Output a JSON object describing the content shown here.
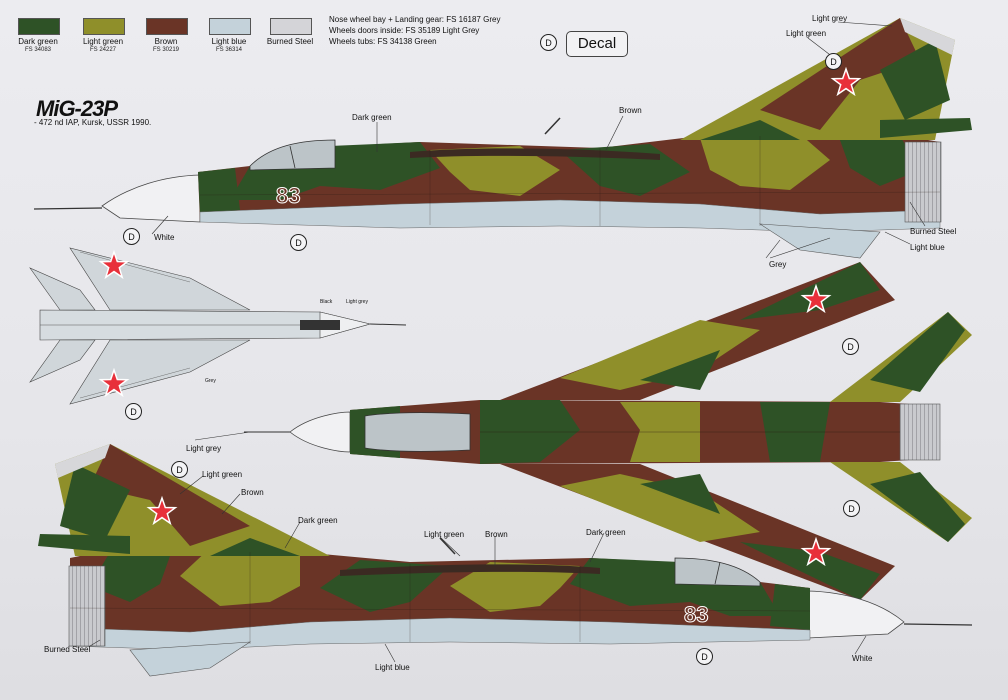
{
  "colors": [
    {
      "name": "Dark green",
      "code": "FS 34083",
      "hex": "#2e5226"
    },
    {
      "name": "Light green",
      "code": "FS 24227",
      "hex": "#8f8f2a"
    },
    {
      "name": "Brown",
      "code": "FS 30219",
      "hex": "#6a3426"
    },
    {
      "name": "Light blue",
      "code": "FS 36314",
      "hex": "#c4d2da"
    },
    {
      "name": "Burned Steel",
      "code": "",
      "hex": "#d4d4d8"
    }
  ],
  "notes": [
    "Nose wheel bay + Landing gear: FS 16187 Grey",
    "Wheels doors inside: FS 35189 Light Grey",
    "Wheels tubs: FS 34138 Green"
  ],
  "legend": {
    "badge": "D",
    "decal": "Decal"
  },
  "aircraft": {
    "type": "MiG-23P",
    "unit": "- 472 nd IAP, Kursk, USSR 1990.",
    "tail_number": "83"
  },
  "callouts": {
    "dark_green": "Dark green",
    "light_green": "Light green",
    "brown": "Brown",
    "white": "White",
    "light_grey": "Light grey",
    "light_blue": "Light blue",
    "burned_steel": "Burned Steel",
    "grey": "Grey",
    "black": "Black"
  },
  "decal_marker": "D"
}
